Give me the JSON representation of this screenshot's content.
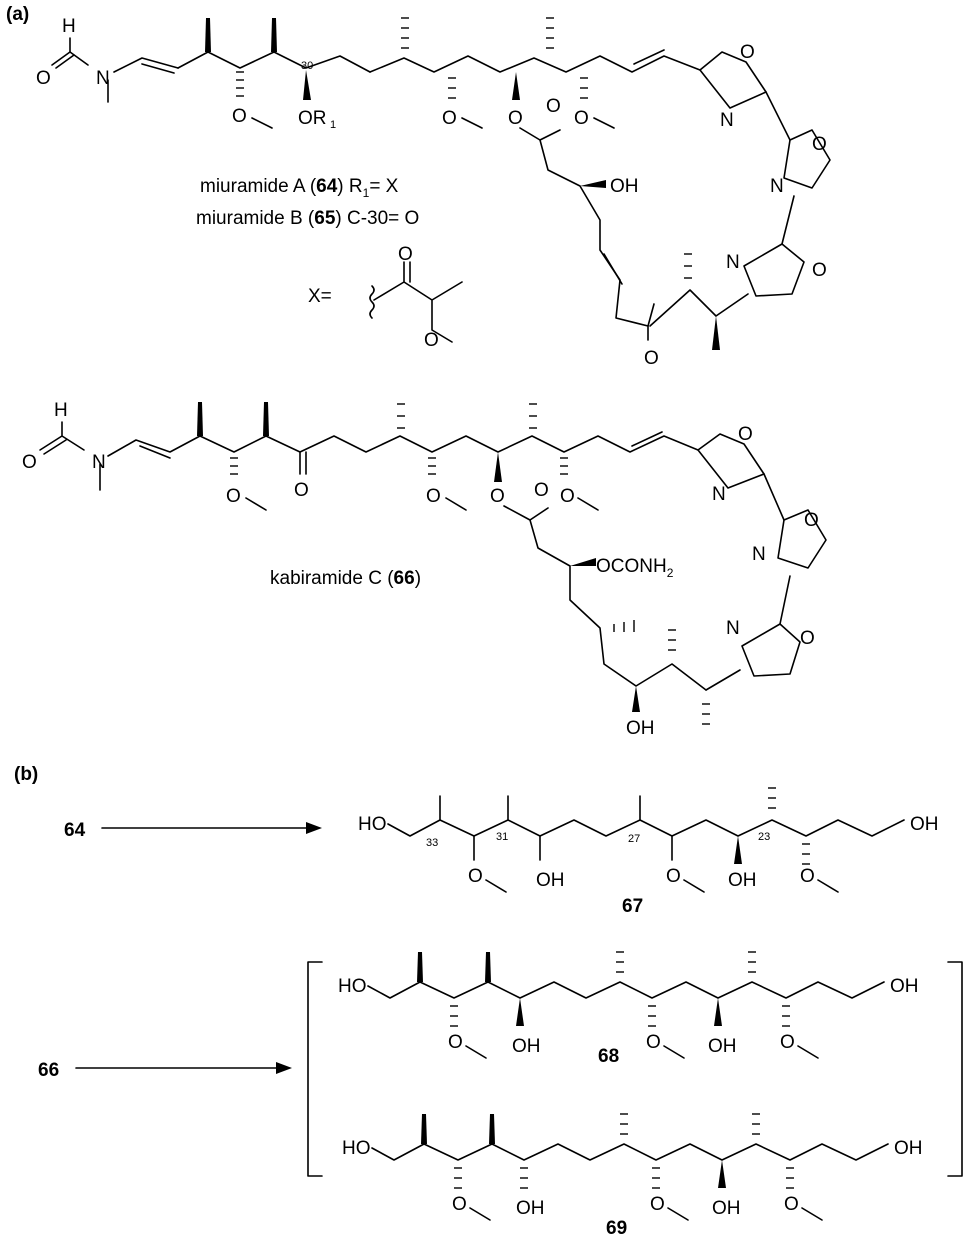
{
  "panels": {
    "a": "(a)",
    "b": "(b)"
  },
  "captions": {
    "miuramide_a": {
      "pre": "miuramide A (",
      "num": "64",
      "post": ") R",
      "sub": "1",
      "tail": "= X"
    },
    "miuramide_b": {
      "pre": "miuramide B (",
      "num": "65",
      "post": ") C-30= O"
    },
    "kabiramide_c": {
      "pre": "kabiramide C (",
      "num": "66",
      "post": ")"
    },
    "x_def": "X="
  },
  "atoms": {
    "H": "H",
    "O": "O",
    "N": "N",
    "OH": "OH",
    "HO": "HO",
    "OR": "OR",
    "R_sub": "1",
    "OCONH": "OCONH",
    "H2_sub": "2"
  },
  "locants": {
    "c30": "30",
    "c33": "33",
    "c31": "31",
    "c27": "27",
    "c23": "23"
  },
  "compounds": {
    "c64": "64",
    "c66": "66",
    "c67": "67",
    "c68": "68",
    "c69": "69"
  }
}
